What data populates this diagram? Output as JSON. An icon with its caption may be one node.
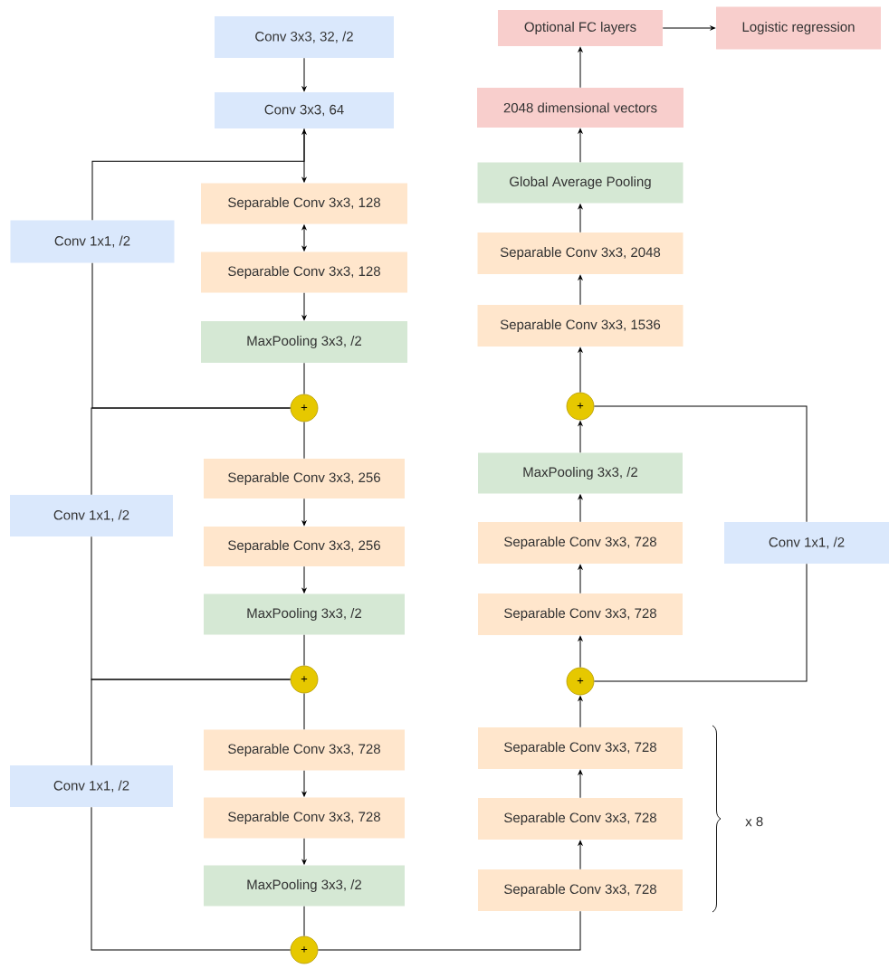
{
  "diagram": {
    "nodes": [
      {
        "text": [
          "Conv 3x3, 32, /2"
        ]
      },
      {
        "text": [
          "Conv 3x3, 64"
        ]
      },
      {
        "text": [
          "Separable Conv 3x3, 128"
        ]
      },
      {
        "text": [
          "Separable Conv 3x3, 128"
        ]
      },
      {
        "text": [
          "MaxPooling 3x3, /2"
        ]
      },
      {
        "text": [
          "+"
        ]
      },
      {
        "text": [
          "Conv 1x1, /2"
        ]
      },
      {
        "text": [
          "Separable Conv 3x3, 256"
        ]
      },
      {
        "text": [
          "Separable Conv 3x3, 256"
        ]
      },
      {
        "text": [
          "MaxPooling 3x3, /2"
        ]
      },
      {
        "text": [
          "+"
        ]
      },
      {
        "text": [
          "Conv 1x1, /2"
        ]
      },
      {
        "text": [
          "Separable Conv 3x3, 728"
        ]
      },
      {
        "text": [
          "Separable Conv 3x3, 728"
        ]
      },
      {
        "text": [
          "MaxPooling 3x3, /2"
        ]
      },
      {
        "text": [
          "+"
        ]
      },
      {
        "text": [
          "Conv 1x1, /2"
        ]
      },
      {
        "text": [
          "Separable Conv 3x3, 728"
        ]
      },
      {
        "text": [
          "Separable Conv 3x3, 728"
        ]
      },
      {
        "text": [
          "Separable Conv 3x3, 728"
        ]
      },
      {
        "text": [
          "+"
        ]
      },
      {
        "text": [
          "Separable Conv 3x3, 728"
        ]
      },
      {
        "text": [
          "Separable Conv 3x3, 728"
        ]
      },
      {
        "text": [
          "MaxPooling 3x3, /2"
        ]
      },
      {
        "text": [
          "+"
        ]
      },
      {
        "text": [
          "Conv 1x1, /2"
        ]
      },
      {
        "text": [
          "Separable Conv 3x3, 1536"
        ]
      },
      {
        "text": [
          "Separable Conv 3x3, 2048"
        ]
      },
      {
        "text": [
          "Global Average Pooling"
        ]
      },
      {
        "text": [
          "2048 dimensional vectors"
        ]
      },
      {
        "text": [
          "Optional FC layers"
        ]
      },
      {
        "text": [
          "Logistic regression"
        ]
      }
    ],
    "edges": [
      {
        "from": 0,
        "to": 1,
        "arrow": "to"
      },
      {
        "from": 1,
        "to": 2,
        "arrow": "both"
      },
      {
        "from": 2,
        "to": 3,
        "arrow": "both"
      },
      {
        "from": 3,
        "to": 4,
        "arrow": "to"
      },
      {
        "from": 4,
        "to": 5,
        "arrow": "none"
      },
      {
        "from": 1,
        "to": 6,
        "arrow": "none"
      },
      {
        "from": 6,
        "to": 5,
        "arrow": "none"
      },
      {
        "from": 5,
        "to": 7,
        "arrow": "none"
      },
      {
        "from": 7,
        "to": 8,
        "arrow": "to"
      },
      {
        "from": 8,
        "to": 9,
        "arrow": "to"
      },
      {
        "from": 9,
        "to": 10,
        "arrow": "none"
      },
      {
        "from": 5,
        "to": 11,
        "arrow": "none"
      },
      {
        "from": 11,
        "to": 10,
        "arrow": "none"
      },
      {
        "from": 10,
        "to": 12,
        "arrow": "none"
      },
      {
        "from": 12,
        "to": 13,
        "arrow": "to"
      },
      {
        "from": 13,
        "to": 14,
        "arrow": "to"
      },
      {
        "from": 14,
        "to": 15,
        "arrow": "none"
      },
      {
        "from": 10,
        "to": 16,
        "arrow": "none"
      },
      {
        "from": 16,
        "to": 15,
        "arrow": "none"
      },
      {
        "from": 15,
        "to": 17,
        "arrow": "none"
      },
      {
        "from": 17,
        "to": 18,
        "arrow": "to"
      },
      {
        "from": 18,
        "to": 19,
        "arrow": "to"
      },
      {
        "from": 19,
        "to": 20,
        "arrow": "to"
      },
      {
        "from": 20,
        "to": 21,
        "arrow": "to"
      },
      {
        "from": 21,
        "to": 22,
        "arrow": "to"
      },
      {
        "from": 22,
        "to": 23,
        "arrow": "to"
      },
      {
        "from": 23,
        "to": 24,
        "arrow": "to"
      },
      {
        "from": 20,
        "to": 25,
        "arrow": "none"
      },
      {
        "from": 25,
        "to": 24,
        "arrow": "none"
      },
      {
        "from": 24,
        "to": 26,
        "arrow": "to"
      },
      {
        "from": 26,
        "to": 27,
        "arrow": "to"
      },
      {
        "from": 27,
        "to": 28,
        "arrow": "to"
      },
      {
        "from": 28,
        "to": 29,
        "arrow": "to"
      },
      {
        "from": 29,
        "to": 30,
        "arrow": "to"
      },
      {
        "from": 30,
        "to": 31,
        "arrow": "to"
      }
    ],
    "labels": [
      "x 8"
    ]
  }
}
